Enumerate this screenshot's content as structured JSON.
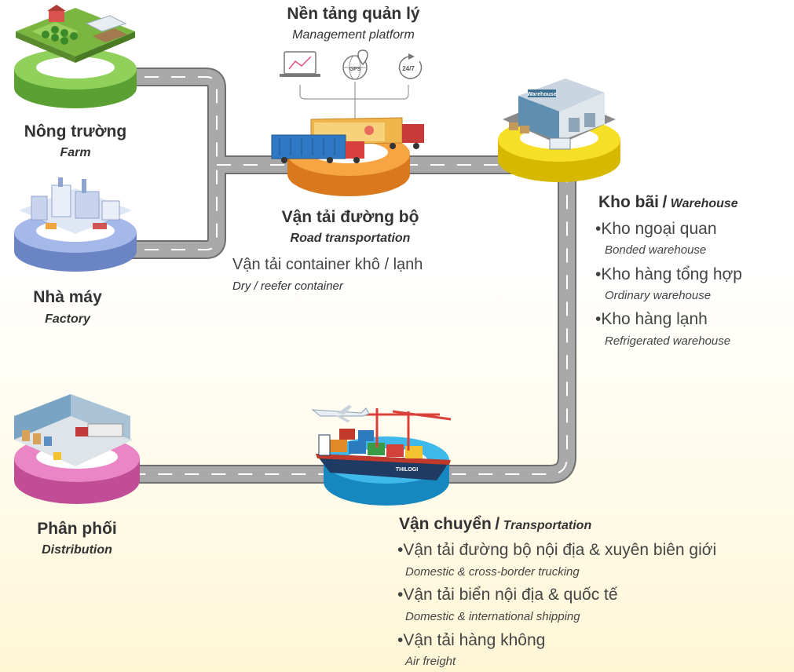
{
  "platform": {
    "title": "Nền tảng quản lý",
    "subtitle": "Management platform",
    "icons": [
      "laptop-chart-icon",
      "gps-globe-icon",
      "clock-24-7-icon"
    ],
    "gps_text": "GPS",
    "clock_text": "24/7"
  },
  "farm": {
    "title": "Nông trường",
    "subtitle": "Farm"
  },
  "factory": {
    "title": "Nhà máy",
    "subtitle": "Factory"
  },
  "road": {
    "title": "Vận tải đường bộ",
    "subtitle": "Road transportation",
    "detail": "Vận tải container khô / lạnh",
    "detail_sub": "Dry / reefer container"
  },
  "warehouse": {
    "title": "Kho bãi",
    "separator": "/",
    "title_en": "Warehouse",
    "sign": "Warehouse",
    "items": [
      {
        "label": "Kho ngoại quan",
        "sub": "Bonded warehouse"
      },
      {
        "label": "Kho hàng tổng hợp",
        "sub": "Ordinary warehouse"
      },
      {
        "label": "Kho hàng lạnh",
        "sub": "Refrigerated warehouse"
      }
    ]
  },
  "transport": {
    "title": "Vận chuyển",
    "separator": "/",
    "title_en": "Transportation",
    "ship_name": "THILOGI",
    "items": [
      {
        "label": "Vận tải đường bộ nội địa & xuyên biên giới",
        "sub": "Domestic & cross-border trucking"
      },
      {
        "label": "Vận tải biển nội địa & quốc tế",
        "sub": "Domestic & international shipping"
      },
      {
        "label": "Vận tải hàng không",
        "sub": "Air freight"
      }
    ]
  },
  "distribution": {
    "title": "Phân phối",
    "subtitle": "Distribution"
  },
  "bullet": "•",
  "colors": {
    "farm": "#7cc24a",
    "factory": "#8ba3dc",
    "road": "#f39a2c",
    "warehouse": "#f2d21b",
    "transport": "#2aa6dc",
    "distribution": "#e06fb3",
    "road_surface": "#a6a6a6"
  }
}
